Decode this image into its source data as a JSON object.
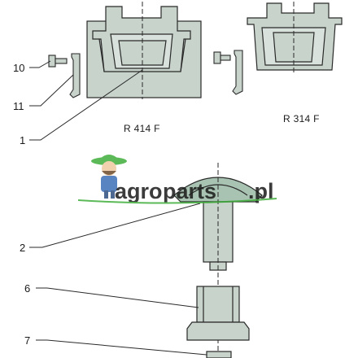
{
  "callouts": {
    "c10": "10",
    "c11": "11",
    "c1": "1",
    "c2": "2",
    "c6": "6",
    "c7": "7"
  },
  "models": {
    "left": "R 414 F",
    "right": "R 314 F"
  },
  "watermark": {
    "part1": "agro",
    "part2": "parts",
    "part3": ".pl"
  },
  "colors": {
    "part_fill": "#c8d3cc",
    "part_dark": "#aebbb2",
    "outline": "#2a2a2a",
    "wm_green": "#3fae3a",
    "wm_red": "#d62a2a",
    "wm_gray": "#8a8a8a"
  }
}
